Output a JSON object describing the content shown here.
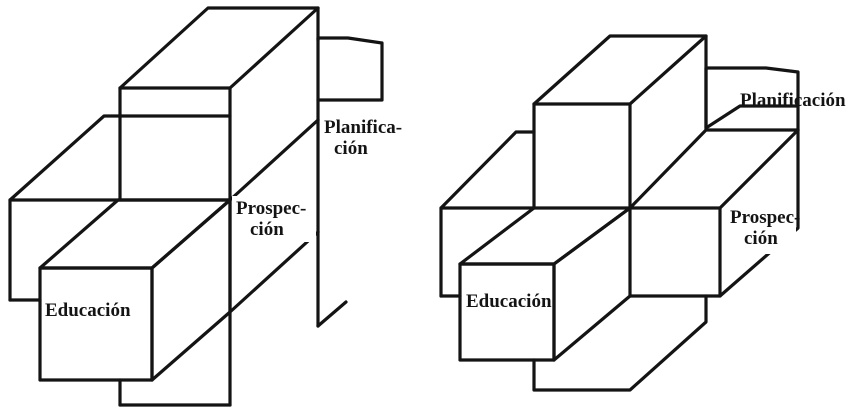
{
  "figures": [
    {
      "labels": {
        "planificacion_line1": "Planifica-",
        "planificacion_line2": "ción",
        "prospeccion_line1": "Prospec-",
        "prospeccion_line2": "ción",
        "educacion": "Educación"
      }
    },
    {
      "labels": {
        "planificacion": "Planificación",
        "prospeccion_line1": "Prospec-",
        "prospeccion_line2": "ción",
        "educacion": "Educación"
      }
    }
  ],
  "colors": {
    "line": "#141414",
    "background": "#ffffff"
  }
}
